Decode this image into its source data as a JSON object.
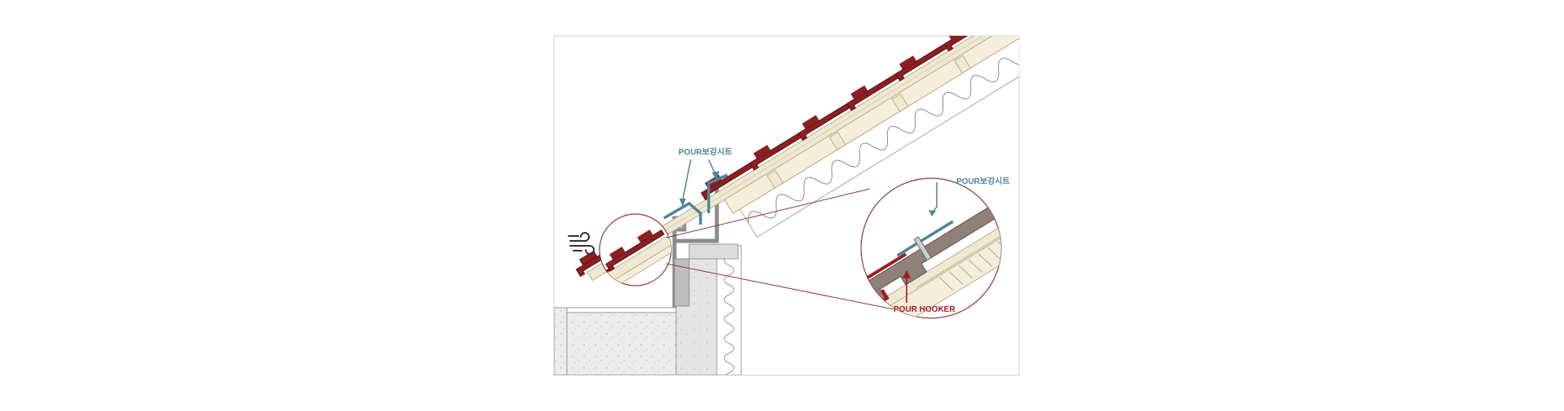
{
  "labels": {
    "reinforce_sheet_main": "POUR보강시트",
    "reinforce_sheet_detail": "POUR보강시트",
    "hooker_detail": "POUR HOOKER"
  },
  "icons": {
    "wind": "wind-icon"
  },
  "colors": {
    "tile_red": "#8c1f22",
    "sheet_teal": "#4f8597",
    "hooker_red": "#a41a24",
    "underlay_cream": "#efe9d2",
    "insulation_line": "#8b8b8b",
    "wall_grey": "#e2e2e2",
    "flashing_grey": "#8c8c8c"
  }
}
